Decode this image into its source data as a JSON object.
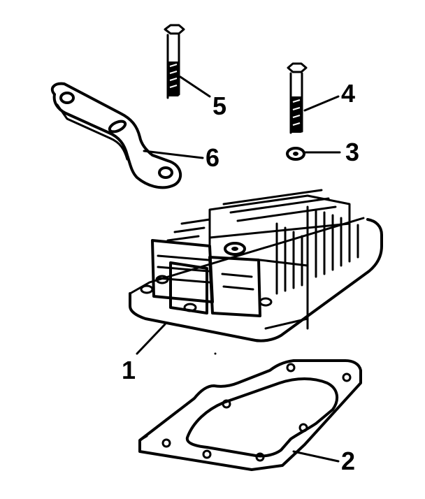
{
  "callouts": [
    {
      "id": "1",
      "label": "1",
      "part": "cylinder-head"
    },
    {
      "id": "2",
      "label": "2",
      "part": "head-gasket"
    },
    {
      "id": "3",
      "label": "3",
      "part": "washer"
    },
    {
      "id": "4",
      "label": "4",
      "part": "short-bolt"
    },
    {
      "id": "5",
      "label": "5",
      "part": "long-bolt"
    },
    {
      "id": "6",
      "label": "6",
      "part": "lifting-bracket"
    }
  ],
  "colors": {
    "ink": "#000000",
    "paper": "#ffffff"
  }
}
